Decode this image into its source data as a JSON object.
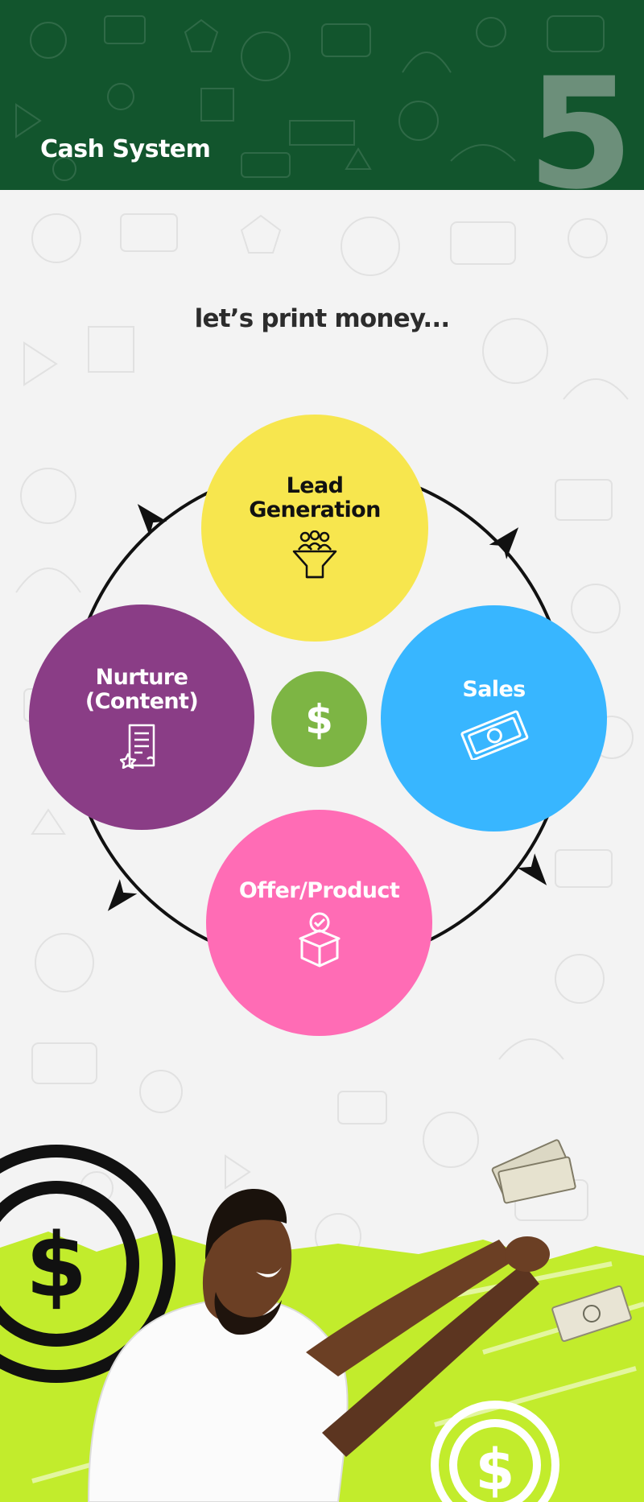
{
  "header": {
    "title": "Cash System",
    "number": "5"
  },
  "tagline": "let’s print money...",
  "stages": {
    "lead": "Lead\nGeneration",
    "nurture": "Nurture\n(Content)",
    "sales": "Sales",
    "offer": "Offer/Product"
  },
  "center_symbol": "$",
  "icons": {
    "lead": "funnel-people-icon",
    "nurture": "certificate-document-icon",
    "sales": "banknote-icon",
    "offer": "gift-box-check-icon"
  },
  "colors": {
    "header": "#12552d",
    "lead": "#f7e64e",
    "nurture": "#8a3d86",
    "sales": "#38b6ff",
    "offer": "#ff6cb5",
    "center": "#7db544",
    "grass": "#c2ec2c"
  }
}
